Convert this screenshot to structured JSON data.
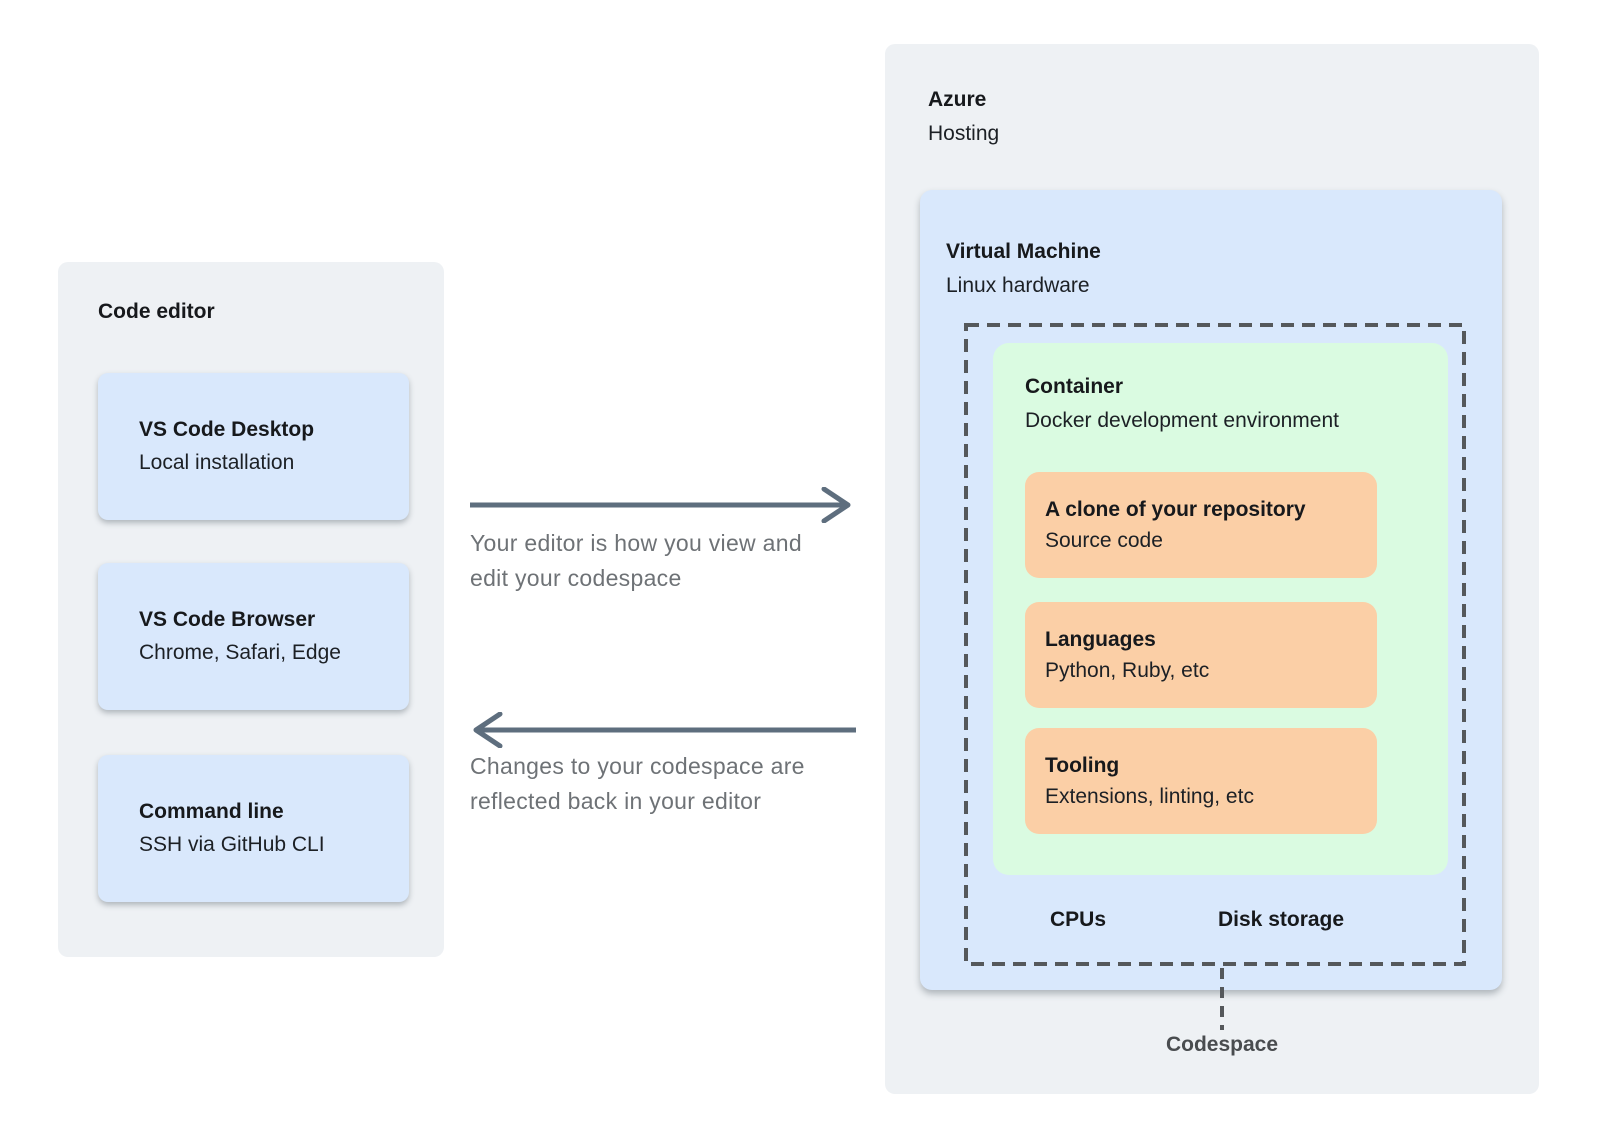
{
  "colors": {
    "page-bg": "#ffffff",
    "panel-gray": "#eef1f4",
    "card-blue": "#d9e8fc",
    "container-green": "#dafbe1",
    "card-orange": "#fbcfa6",
    "arrow": "#5e6e7e",
    "note-text": "#6e7276",
    "dash": "#55585b",
    "title-text": "#17191c",
    "sub-text": "#1c2025",
    "codespace-text": "#494c4f"
  },
  "editor_panel": {
    "title": "Code editor",
    "cards": [
      {
        "title": "VS Code Desktop",
        "subtitle": "Local installation"
      },
      {
        "title": "VS Code Browser",
        "subtitle": "Chrome, Safari, Edge"
      },
      {
        "title": "Command line",
        "subtitle": "SSH via GitHub CLI"
      }
    ]
  },
  "flows": {
    "to_codespace": {
      "direction": "right",
      "label_line1": "Your editor is how you view and",
      "label_line2": "edit your codespace"
    },
    "to_editor": {
      "direction": "left",
      "label_line1": "Changes to your codespace are",
      "label_line2": "reflected back in your editor"
    }
  },
  "azure_panel": {
    "title": "Azure",
    "subtitle": "Hosting",
    "vm": {
      "title": "Virtual Machine",
      "subtitle": "Linux hardware",
      "container": {
        "title": "Container",
        "subtitle": "Docker development environment",
        "cards": [
          {
            "title": "A clone of your repository",
            "subtitle": "Source code"
          },
          {
            "title": "Languages",
            "subtitle": "Python, Ruby, etc"
          },
          {
            "title": "Tooling",
            "subtitle": "Extensions, linting, etc"
          }
        ]
      },
      "resources": [
        "CPUs",
        "Disk storage"
      ],
      "codespace_label": "Codespace"
    }
  }
}
